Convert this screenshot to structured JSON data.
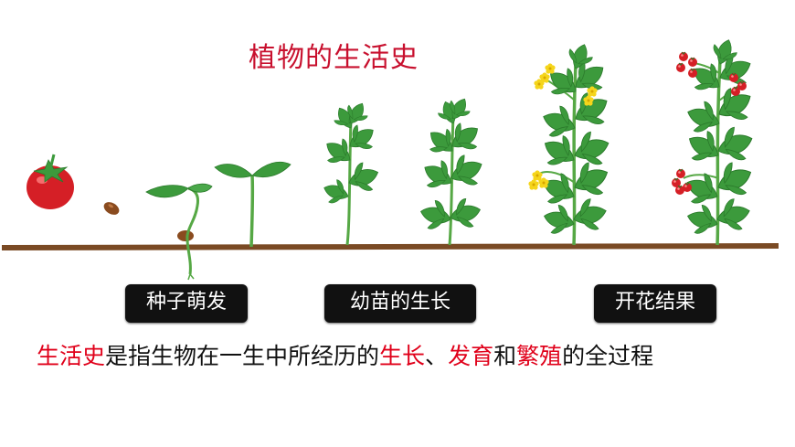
{
  "title": "植物的生活史",
  "stages": {
    "germination": "种子萌发",
    "seedling_growth": "幼苗的生长",
    "flowering_fruiting": "开花结果"
  },
  "description": {
    "term": "生活史",
    "text1": "是指生物在一生中所经历的",
    "growth": "生长",
    "sep": "、",
    "development": "发育",
    "and": "和",
    "reproduction": "繁殖",
    "text2": "的全过程"
  },
  "colors": {
    "title": "#c8102e",
    "highlight": "#e0001a",
    "soil": "#7a4a24",
    "leaf": "#3c9a3c",
    "tomato": "#d51f26",
    "flower": "#f5d51b",
    "label_bg": "#111111"
  },
  "icons": [
    "tomato-fruit-icon",
    "seed-icon",
    "sprout-icon",
    "seedling-icon",
    "young-plant-icon",
    "flowering-plant-icon",
    "fruiting-plant-icon"
  ]
}
